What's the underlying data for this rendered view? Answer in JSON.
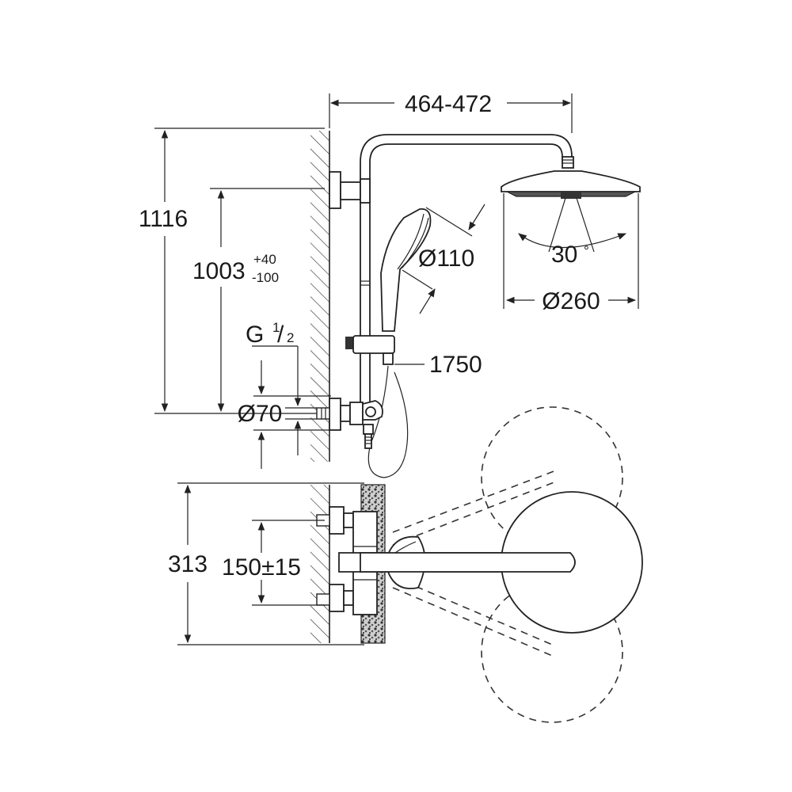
{
  "dimensions": {
    "arm_reach": "464-472",
    "overall_height": "1116",
    "height_nominal": "1003",
    "height_tol_plus": "+40",
    "height_tol_minus": "-100",
    "thread_g": "G",
    "thread_num": "1",
    "thread_den": "2",
    "rose_diameter": "Ø70",
    "hand_shower_diameter": "Ø110",
    "head_shower_angle": "30",
    "head_shower_angle_unit": "°",
    "head_shower_diameter": "Ø260",
    "hose_length": "1750",
    "top_view_depth": "313",
    "inlet_centres": "150±15"
  },
  "colors": {
    "line": "#222222",
    "background": "#ffffff"
  }
}
